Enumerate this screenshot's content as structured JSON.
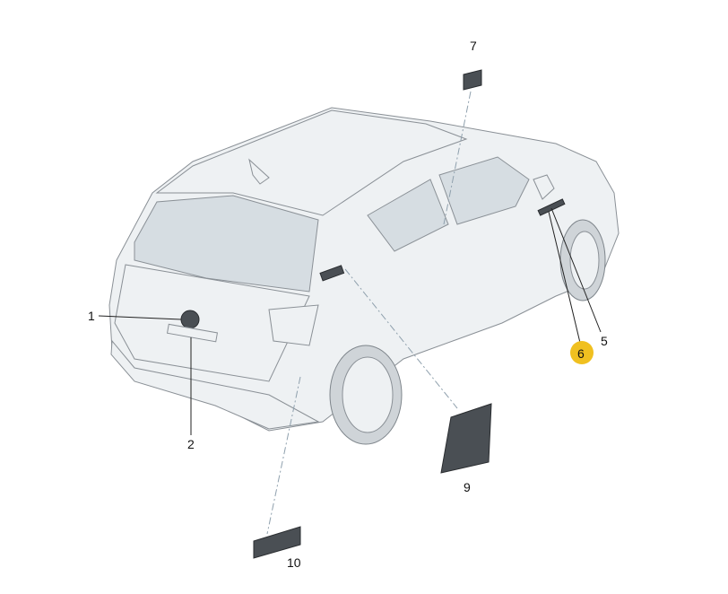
{
  "diagram": {
    "callouts": [
      {
        "id": "1",
        "label": "1"
      },
      {
        "id": "2",
        "label": "2"
      },
      {
        "id": "5",
        "label": "5"
      },
      {
        "id": "6",
        "label": "6",
        "highlighted": true
      },
      {
        "id": "7",
        "label": "7"
      },
      {
        "id": "9",
        "label": "9"
      },
      {
        "id": "10",
        "label": "10"
      }
    ],
    "highlight_color": "#f0c020"
  }
}
